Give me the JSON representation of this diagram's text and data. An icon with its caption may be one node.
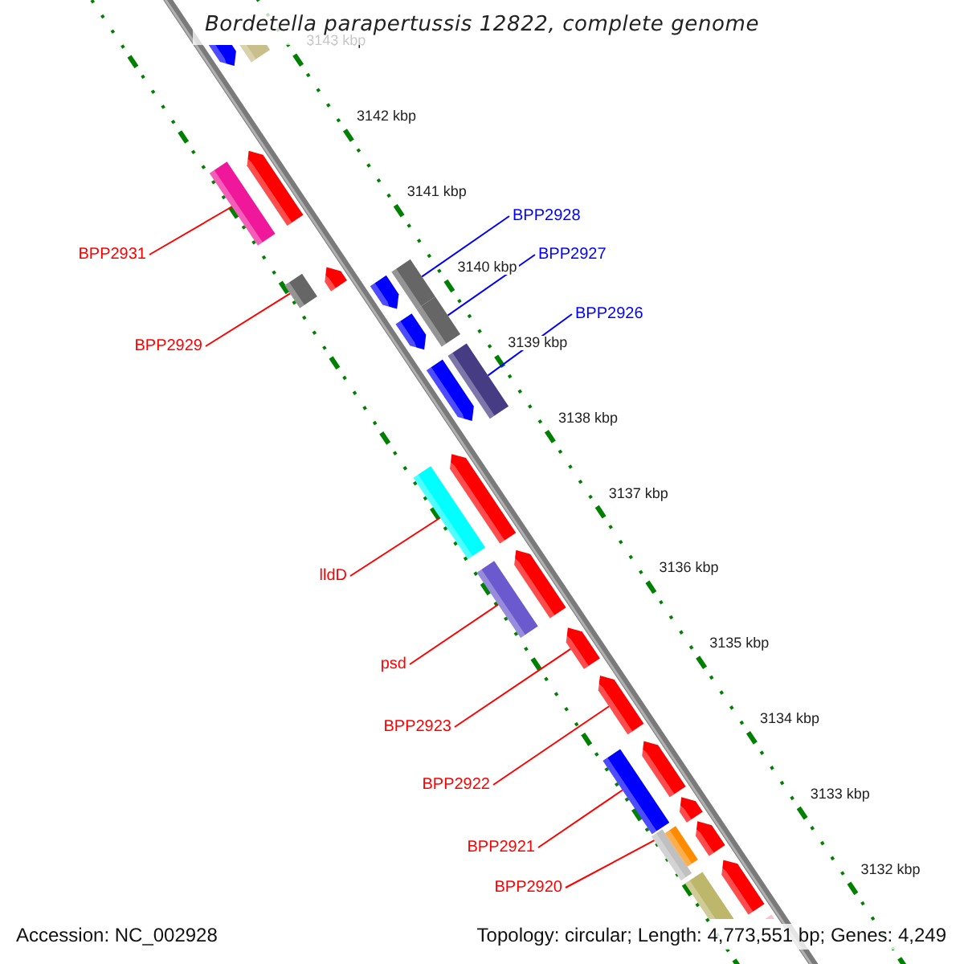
{
  "diagram": {
    "title": "Bordetella parapertussis 12822, complete genome",
    "nodes": [
      {
        "text": [],
        "shape": "bar"
      },
      {
        "text": [],
        "shape": "bar"
      },
      {
        "text": [],
        "shape": "bar"
      },
      {
        "text": [],
        "shape": "bar"
      },
      {
        "text": [],
        "shape": "bar"
      },
      {
        "text": [],
        "shape": "bar"
      },
      {
        "text": [],
        "shape": "bar"
      },
      {
        "text": [],
        "shape": "bar"
      },
      {
        "text": [],
        "shape": "bar"
      },
      {
        "text": [],
        "shape": "bar"
      },
      {
        "text": [],
        "shape": "bar"
      },
      {
        "text": [],
        "shape": "bar"
      },
      {
        "text": [],
        "shape": "bar"
      },
      {
        "text": [],
        "shape": "bar"
      },
      {
        "text": [],
        "shape": "bar"
      },
      {
        "text": [],
        "shape": "bar"
      },
      {
        "text": [],
        "shape": "bar"
      },
      {
        "text": [],
        "shape": "bar"
      },
      {
        "text": [],
        "shape": "bar"
      },
      {
        "text": [],
        "shape": "bar"
      },
      {
        "text": [],
        "shape": "bar"
      },
      {
        "text": [],
        "shape": "bar"
      },
      {
        "text": [],
        "shape": "bar"
      },
      {
        "text": [],
        "shape": "bar"
      },
      {
        "text": [],
        "shape": "bar"
      },
      {
        "text": [],
        "shape": "bar"
      },
      {
        "text": [],
        "shape": "bar"
      },
      {
        "text": [
          "BPP2931"
        ]
      },
      {
        "text": [
          "BPP2929"
        ]
      },
      {
        "text": [
          "BPP2928"
        ]
      },
      {
        "text": [
          "BPP2927"
        ]
      },
      {
        "text": [
          "BPP2926"
        ]
      },
      {
        "text": [
          "lldD"
        ]
      },
      {
        "text": [
          "psd"
        ]
      },
      {
        "text": [
          "BPP2923"
        ]
      },
      {
        "text": [
          "BPP2922"
        ]
      },
      {
        "text": [
          "BPP2921"
        ]
      },
      {
        "text": [
          "BPP2920"
        ]
      }
    ],
    "edges": [
      {
        "from": 27,
        "to": 2,
        "arrow": "none"
      },
      {
        "from": 28,
        "to": 4,
        "arrow": "none"
      },
      {
        "from": 29,
        "to": 7,
        "arrow": "none",
        "color": "#0000ff"
      },
      {
        "from": 30,
        "to": 8,
        "arrow": "none",
        "color": "#0000ff"
      },
      {
        "from": 31,
        "to": 11,
        "arrow": "none",
        "color": "#0000ff"
      },
      {
        "from": 32,
        "to": 12,
        "arrow": "none"
      },
      {
        "from": 33,
        "to": 14,
        "arrow": "none"
      },
      {
        "from": 34,
        "to": 16,
        "arrow": "none"
      },
      {
        "from": 35,
        "to": 17,
        "arrow": "none"
      },
      {
        "from": 36,
        "to": 18,
        "arrow": "none"
      },
      {
        "from": 37,
        "to": 21,
        "arrow": "none"
      }
    ],
    "labels": [
      "3143 kbp",
      "3142 kbp",
      "3141 kbp",
      "3140 kbp",
      "3139 kbp",
      "3138 kbp",
      "3137 kbp",
      "3136 kbp",
      "3135 kbp",
      "3134 kbp",
      "3133 kbp",
      "3132 kbp",
      "Accession: NC_002928",
      "Topology: circular; Length: 4,773,551 bp; Genes: 4,249"
    ]
  }
}
